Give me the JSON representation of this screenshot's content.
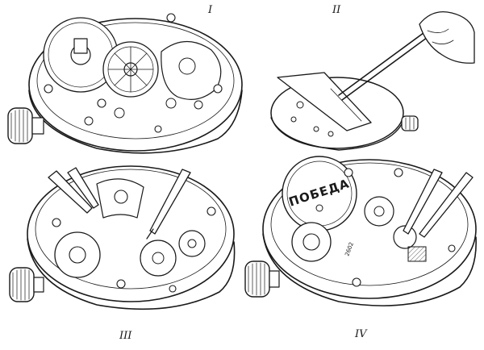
{
  "figure": {
    "stage_labels": [
      "I",
      "II",
      "III",
      "IV"
    ],
    "dial_brand": "ПОБЕДА",
    "movement_code": "2602"
  }
}
